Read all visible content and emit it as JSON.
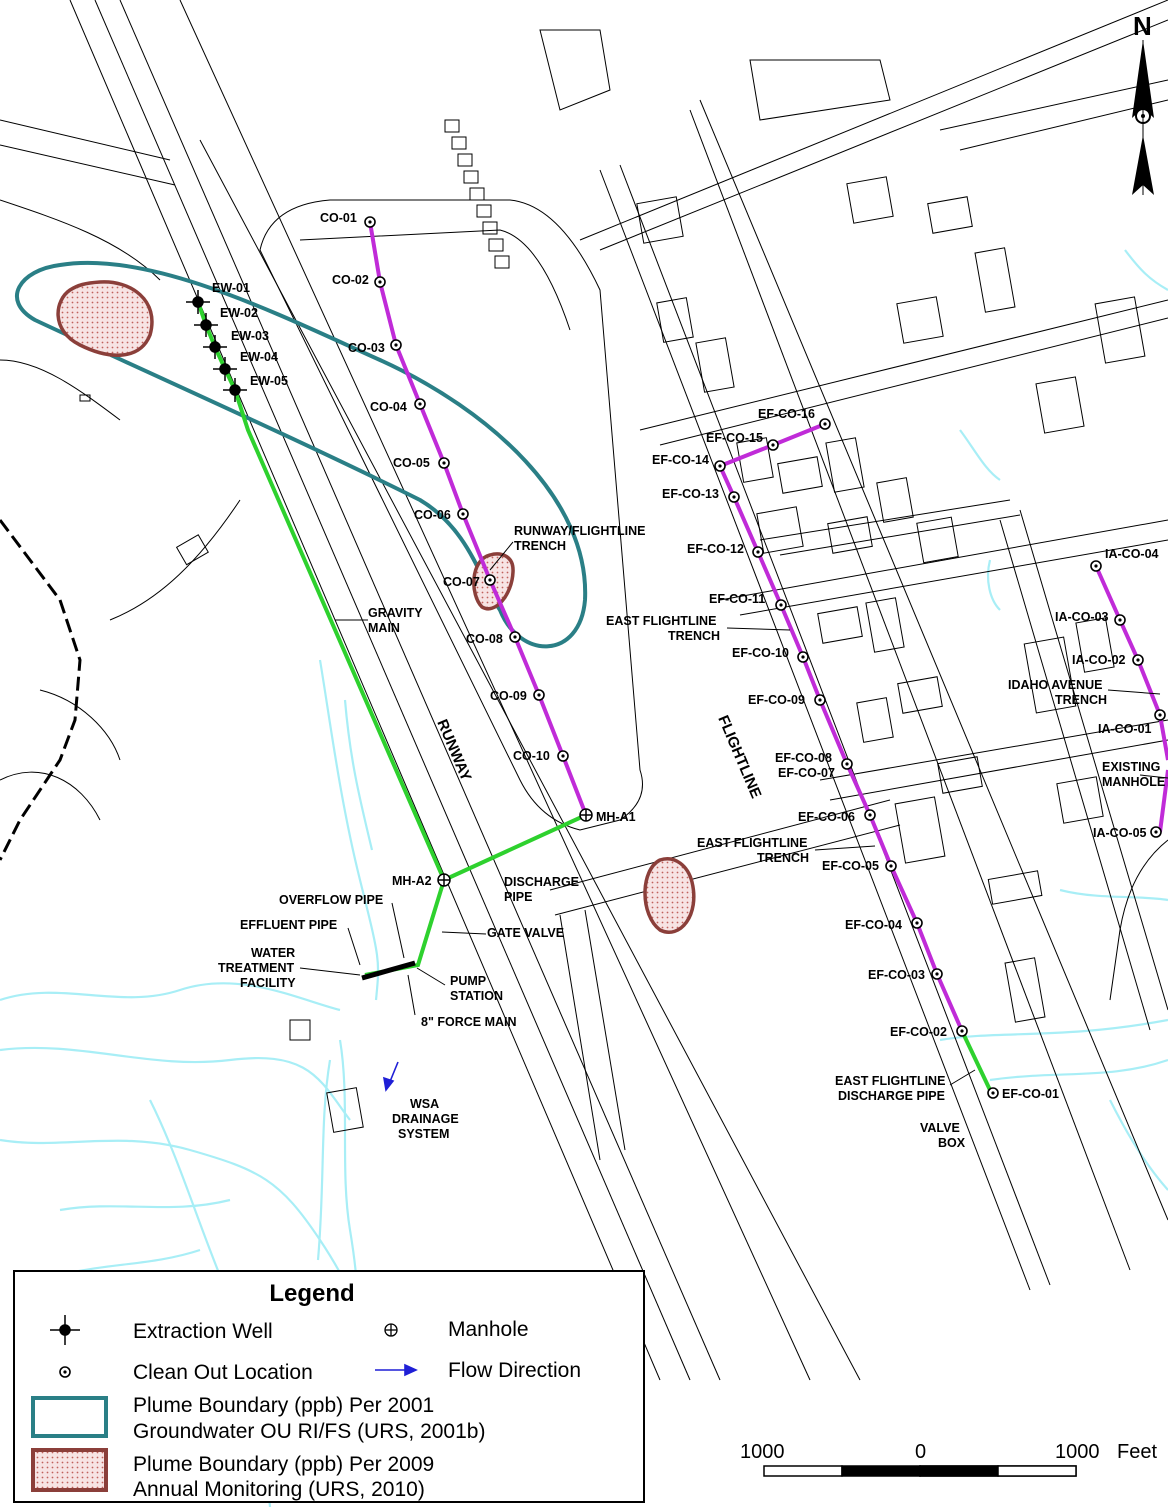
{
  "colors": {
    "groundwater_plume": "#2a7f86",
    "monitoring_plume": "#8b3f3a",
    "pipeline_green": "#2ed12e",
    "trench_magenta": "#c02bd8",
    "water": "#a8eef6",
    "flow_arrow": "#1f1fd6"
  },
  "labels": {
    "ew": [
      "EW-01",
      "EW-02",
      "EW-03",
      "EW-04",
      "EW-05"
    ],
    "co": [
      "CO-01",
      "CO-02",
      "CO-03",
      "CO-04",
      "CO-05",
      "CO-06",
      "CO-07",
      "CO-08",
      "CO-09",
      "CO-10"
    ],
    "efco": [
      "EF-CO-01",
      "EF-CO-02",
      "EF-CO-03",
      "EF-CO-04",
      "EF-CO-05",
      "EF-CO-06",
      "EF-CO-07",
      "EF-CO-08",
      "EF-CO-09",
      "EF-CO-10",
      "EF-CO-11",
      "EF-CO-12",
      "EF-CO-13",
      "EF-CO-14",
      "EF-CO-15",
      "EF-CO-16"
    ],
    "iaco": [
      "IA-CO-01",
      "IA-CO-02",
      "IA-CO-03",
      "IA-CO-04",
      "IA-CO-05"
    ],
    "mha1": "MH-A1",
    "mha2": "MH-A2",
    "runway_trench_1": "RUNWAY/FLIGHTLINE",
    "runway_trench_2": "TRENCH",
    "gravity_1": "GRAVITY",
    "gravity_2": "MAIN",
    "runway": "RUNWAY",
    "flightline": "FLIGHTLINE",
    "east_trench_1": "EAST FLIGHTLINE",
    "east_trench_2": "TRENCH",
    "east_trench_b1": "EAST FLIGHTLINE",
    "east_trench_b2": "TRENCH",
    "idaho_1": "IDAHO AVENUE",
    "idaho_2": "TRENCH",
    "existing_1": "EXISTING",
    "existing_2": "MANHOLE",
    "discharge_1": "DISCHARGE",
    "discharge_2": "PIPE",
    "overflow": "OVERFLOW PIPE",
    "effluent": "EFFLUENT PIPE",
    "gate_valve": "GATE VALVE",
    "wtf_1": "WATER",
    "wtf_2": "TREATMENT",
    "wtf_3": "FACILITY",
    "pump_1": "PUMP",
    "pump_2": "STATION",
    "force_main": "8\" FORCE MAIN",
    "wsa_1": "WSA",
    "wsa_2": "DRAINAGE",
    "wsa_3": "SYSTEM",
    "efd_1": "EAST FLIGHTLINE",
    "efd_2": "DISCHARGE PIPE",
    "valve_1": "VALVE",
    "valve_2": "BOX",
    "north": "N"
  },
  "legend": {
    "title": "Legend",
    "extraction_well": "Extraction Well",
    "manhole": "Manhole",
    "clean_out": "Clean Out Location",
    "flow_direction": "Flow Direction",
    "plume2001_line1": "Plume Boundary (ppb) Per 2001",
    "plume2001_line2": "Groundwater OU RI/FS (URS, 2001b)",
    "plume2009_line1": "Plume Boundary (ppb) Per 2009",
    "plume2009_line2": "Annual Monitoring (URS, 2010)"
  },
  "scale": {
    "left": "1000",
    "mid": "0",
    "right": "1000",
    "unit": "Feet"
  }
}
